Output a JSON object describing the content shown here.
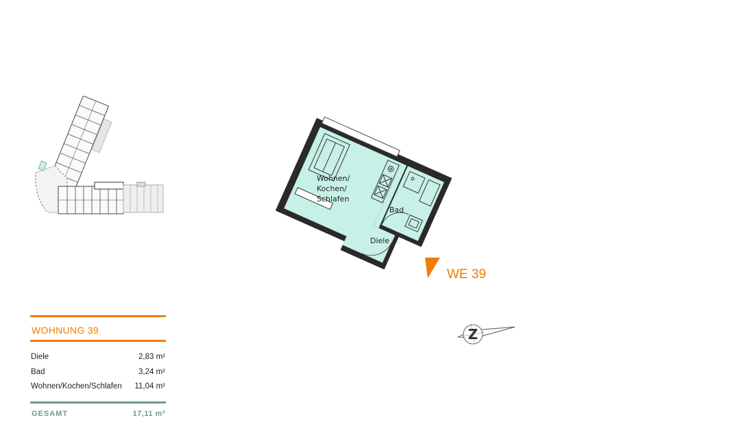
{
  "plan": {
    "rooms": [
      "Wohnen/",
      "Kochen/",
      "Schlafen",
      "Bad",
      "Diele"
    ],
    "unit_label": "WE 39"
  },
  "compass": {
    "letter": "Z"
  },
  "colors": {
    "accent": "#ef7d00",
    "teal": "#6f9a8d",
    "room_fill": "#c7f0e6",
    "wall": "#2a2a2a"
  },
  "area_table": {
    "title": "WOHNUNG 39",
    "rows": [
      {
        "name": "Diele",
        "value": "2,83 m²"
      },
      {
        "name": "Bad",
        "value": "3,24 m²"
      },
      {
        "name": "Wohnen/Kochen/Schlafen",
        "value": "11,04 m²"
      }
    ],
    "total_label": "GESAMT",
    "total_value": "17,11 m²"
  }
}
